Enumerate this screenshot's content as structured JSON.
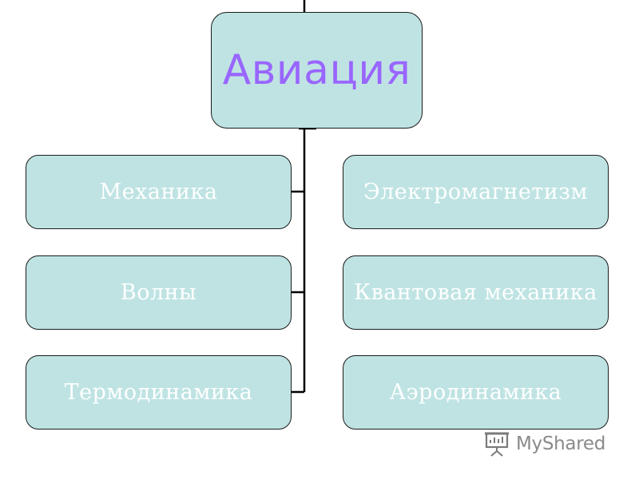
{
  "diagram": {
    "root": {
      "label": "Авиация"
    },
    "left_children": [
      {
        "label": "Механика"
      },
      {
        "label": "Волны"
      },
      {
        "label": "Термодинамика"
      }
    ],
    "right_children": [
      {
        "label": "Электромагнетизм"
      },
      {
        "label": "Квантовая механика"
      },
      {
        "label": "Аэродинамика"
      }
    ]
  },
  "colors": {
    "box_fill": "#bfe3e3",
    "box_border": "#1a1a1a",
    "root_text": "#9966ff",
    "child_text": "#ffffff",
    "connector": "#000000",
    "watermark_text": "#8a8a8a"
  },
  "watermark": {
    "text": "MyShared",
    "icon": "presentation-board-icon"
  }
}
